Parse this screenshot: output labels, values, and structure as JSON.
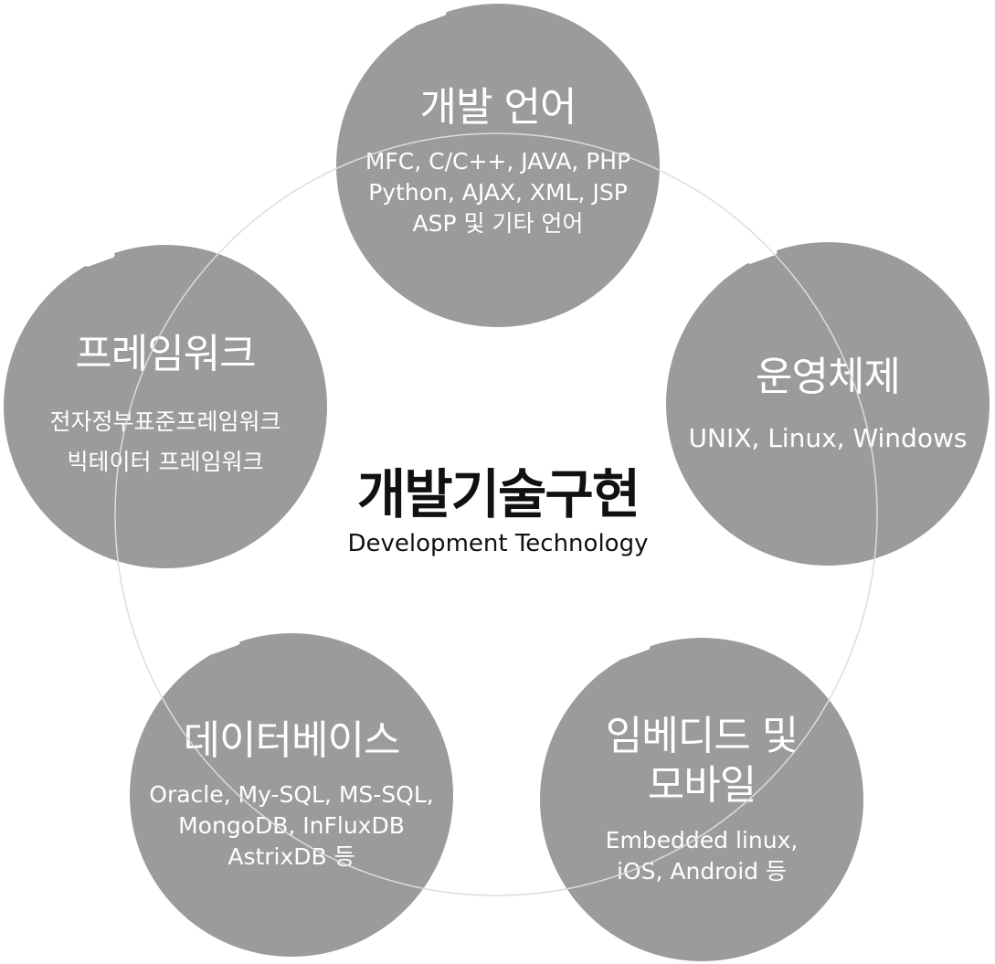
{
  "center": {
    "title": "개발기술구현",
    "subtitle": "Development Technology"
  },
  "colors": {
    "bubble": "#9b9b9b",
    "bubble_text": "#ffffff",
    "ring": "#dddddd",
    "center_text": "#111111"
  },
  "bubbles": [
    {
      "title": "개발 언어",
      "items": [
        "MFC, C/C++, JAVA, PHP",
        "Python, AJAX, XML, JSP",
        "ASP 및 기타 언어"
      ]
    },
    {
      "title": "운영체제",
      "items": [
        "UNIX, Linux, Windows"
      ]
    },
    {
      "title_lines": [
        "임베디드 및",
        "모바일"
      ],
      "items": [
        "Embedded linux,",
        "iOS, Android 등"
      ]
    },
    {
      "title": "데이터베이스",
      "items": [
        "Oracle, My-SQL, MS-SQL,",
        "MongoDB, InFluxDB",
        "AstrixDB 등"
      ]
    },
    {
      "title": "프레임워크",
      "items": [
        "전자정부표준프레임워크",
        "빅테이터 프레임워크"
      ]
    }
  ]
}
